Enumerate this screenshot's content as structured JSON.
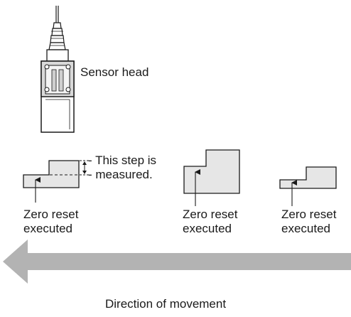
{
  "sensor": {
    "label": "Sensor head"
  },
  "step_note": {
    "line1": "This step is",
    "line2": "measured."
  },
  "workpieces": [
    {
      "line1": "Zero reset",
      "line2": "executed"
    },
    {
      "line1": "Zero reset",
      "line2": "executed"
    },
    {
      "line1": "Zero reset",
      "line2": "executed"
    }
  ],
  "movement": {
    "label": "Direction of movement"
  },
  "colors": {
    "fill": "#e6e6e6",
    "stroke": "#1a1a1a",
    "arrow": "#b3b3b3"
  }
}
